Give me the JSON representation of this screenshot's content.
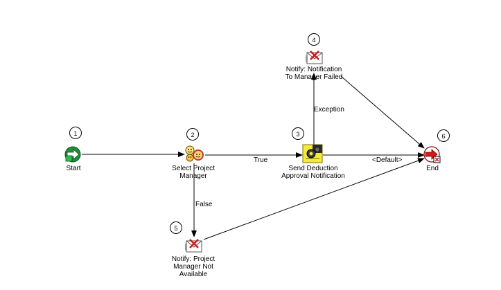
{
  "nodes": [
    {
      "id": "1",
      "badge": "1",
      "label_lines": [
        "Start"
      ],
      "icon": "start-arrow-icon"
    },
    {
      "id": "2",
      "badge": "2",
      "label_lines": [
        "Select Project",
        "Manager"
      ],
      "icon": "people-faces-icon"
    },
    {
      "id": "3",
      "badge": "3",
      "label_lines": [
        "Send Deduction",
        "Approval Notification"
      ],
      "icon": "function-gear-icon"
    },
    {
      "id": "4",
      "badge": "4",
      "label_lines": [
        "Notify: Notification",
        "To Manager Failed"
      ],
      "icon": "envelope-x-icon"
    },
    {
      "id": "5",
      "badge": "5",
      "label_lines": [
        "Notify: Project",
        "Manager Not",
        "Available"
      ],
      "icon": "envelope-x-icon"
    },
    {
      "id": "6",
      "badge": "6",
      "label_lines": [
        "End"
      ],
      "icon": "end-stop-icon"
    }
  ],
  "edges": [
    {
      "from": "1",
      "to": "2",
      "label": ""
    },
    {
      "from": "2",
      "to": "3",
      "label": "True"
    },
    {
      "from": "2",
      "to": "5",
      "label": "False"
    },
    {
      "from": "3",
      "to": "4",
      "label": "Exception"
    },
    {
      "from": "3",
      "to": "6",
      "label": "<Default>"
    },
    {
      "from": "4",
      "to": "6",
      "label": ""
    },
    {
      "from": "5",
      "to": "6",
      "label": ""
    }
  ]
}
